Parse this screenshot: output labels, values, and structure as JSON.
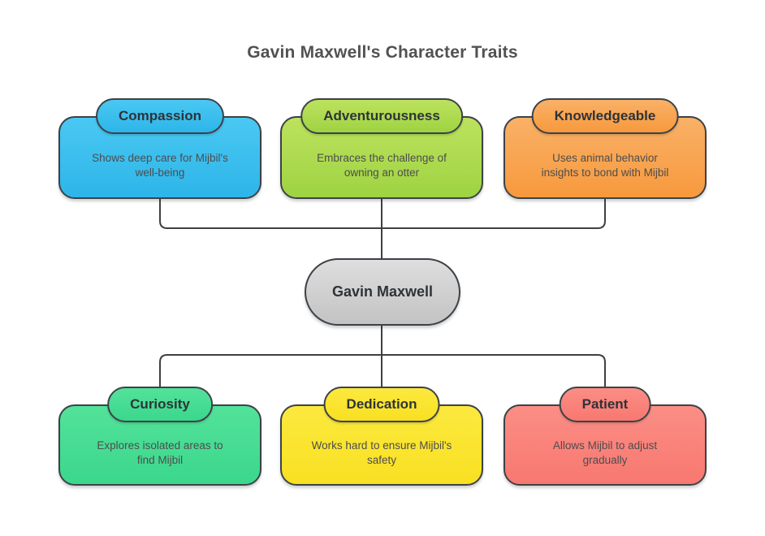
{
  "title": "Gavin Maxwell's Character Traits",
  "colors": {
    "line": "#404040",
    "border": "#3d4247",
    "title_text": "#525252",
    "label_text": "#2e3338",
    "body_text": "#4d4d4d",
    "background": "#ffffff"
  },
  "center_node": {
    "label": "Gavin Maxwell",
    "color_top": "#dedede",
    "color_bottom": "#c3c3c3"
  },
  "top_row": [
    {
      "id": "compassion",
      "label": "Compassion",
      "description": "Shows deep care for Mijbil's\nwell-being",
      "color_top": "#4ac8f2",
      "color_bottom": "#2db5e9"
    },
    {
      "id": "adventurousness",
      "label": "Adventurousness",
      "description": "Embraces the challenge of\nowning an otter",
      "color_top": "#bde25e",
      "color_bottom": "#9ed342"
    },
    {
      "id": "knowledgeable",
      "label": "Knowledgeable",
      "description": "Uses animal behavior\ninsights to bond with Mijbil",
      "color_top": "#f9b167",
      "color_bottom": "#f7993d"
    }
  ],
  "bottom_row": [
    {
      "id": "curiosity",
      "label": "Curiosity",
      "description": "Explores isolated areas to\nfind Mijbil",
      "color_top": "#53e29a",
      "color_bottom": "#3bd78c"
    },
    {
      "id": "dedication",
      "label": "Dedication",
      "description": "Works hard to ensure Mijbil's\nsafety",
      "color_top": "#fce93e",
      "color_bottom": "#f8e022"
    },
    {
      "id": "patient",
      "label": "Patient",
      "description": "Allows Mijbil to adjust\ngradually",
      "color_top": "#fb8e86",
      "color_bottom": "#f87870"
    }
  ]
}
